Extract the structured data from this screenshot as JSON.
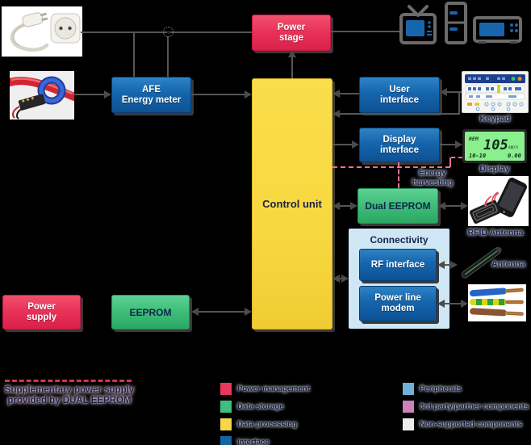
{
  "diagram": {
    "boxes": {
      "power_stage": "Power\nstage",
      "afe": "AFE\nEnergy meter",
      "control_unit": "Control unit",
      "user_interface": "User\ninterface",
      "display_interface": "Display\ninterface",
      "dual_eeprom": "Dual EEPROM",
      "connectivity": "Connectivity",
      "rf_interface": "RF interface",
      "power_line_modem": "Power line\nmodem",
      "power_supply": "Power\nsupply",
      "eeprom": "EEPROM"
    },
    "captions": {
      "keypad": "Keypad",
      "display": "Display",
      "rfid_antenna": "RFID Antenna",
      "antenna": "Antenna",
      "energy_harvesting": "Energy\nharvesting"
    },
    "lcd": {
      "mode": "REM",
      "value": "105",
      "unit": "kW/h",
      "bottom_left": "10-10",
      "bottom_right": "0.00"
    },
    "note": "Supplementary power supply\nprovided by DUAL EEPROM"
  },
  "legend": {
    "left": [
      {
        "label": "Power management",
        "color": "#e8395c"
      },
      {
        "label": "Data storage",
        "color": "#3fbf7f"
      },
      {
        "label": "Data processing",
        "color": "#f7d64a"
      },
      {
        "label": "Interface",
        "color": "#1464a5"
      }
    ],
    "right": [
      {
        "label": "Peripherals",
        "color": "#72b1d7"
      },
      {
        "label": "3rd party/partner components",
        "color": "#c983b8"
      },
      {
        "label": "Non-supported components",
        "color": "#ececec"
      }
    ]
  },
  "colors": {
    "accent_red": "#e8395c",
    "dashed_pink": "#f2708c",
    "label_navy": "#1a1f4a"
  }
}
